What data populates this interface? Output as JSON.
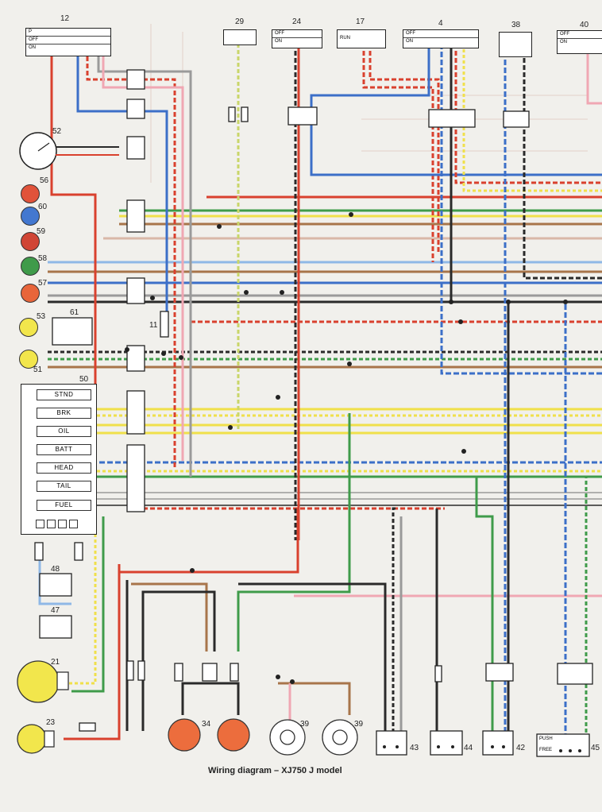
{
  "caption": "Wiring diagram – XJ750 J model",
  "component_numbers": {
    "n12": "12",
    "n29": "29",
    "n24": "24",
    "n17": "17",
    "n4": "4",
    "n38": "38",
    "n40": "40",
    "n52": "52",
    "n56": "56",
    "n60": "60",
    "n59": "59",
    "n58": "58",
    "n57": "57",
    "n53": "53",
    "n61": "61",
    "n11": "11",
    "n51": "51",
    "n50": "50",
    "n48": "48",
    "n47": "47",
    "n21": "21",
    "n23": "23",
    "n34": "34",
    "n39a": "39",
    "n39b": "39",
    "n43": "43",
    "n44": "44",
    "n42": "42",
    "n45": "45"
  },
  "switch_labels": {
    "s12": [
      "P",
      "OFF",
      "ON"
    ],
    "s24": [
      "OFF",
      "ON"
    ],
    "s17": [
      "RUN"
    ],
    "s4": [
      "OFF",
      "ON"
    ],
    "s40": [
      "OFF",
      "ON"
    ],
    "s45": [
      "PUSH",
      "FREE"
    ]
  },
  "indicator_panel": [
    "STND",
    "BRK",
    "OIL",
    "BATT",
    "HEAD",
    "TAIL",
    "FUEL"
  ],
  "colors": {
    "red": "#d9412e",
    "blue": "#3c6fc8",
    "green": "#3f9b4a",
    "yellow": "#f0e04a",
    "brown": "#a8754a",
    "black": "#2a2a2a",
    "white": "#ffffff",
    "pink": "#f0a7b3",
    "sky": "#8fb8e6",
    "orange": "#e8773a",
    "gray": "#9a9a9a"
  }
}
